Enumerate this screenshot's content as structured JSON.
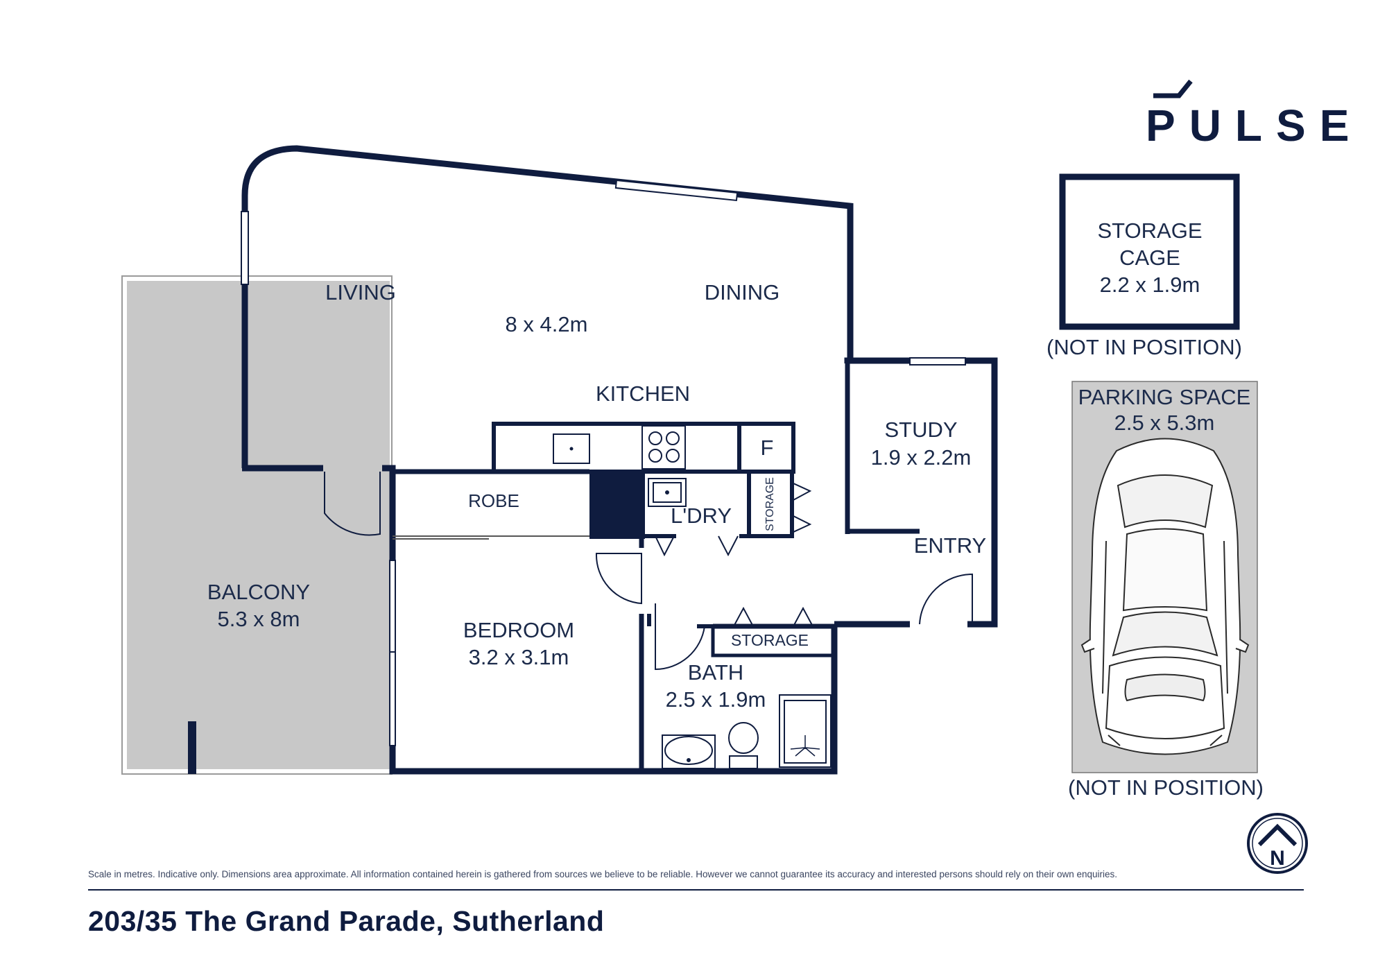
{
  "brand": {
    "name": "PULSE",
    "color": "#0f1c3f"
  },
  "colors": {
    "wall": "#0f1c3f",
    "balcony": "#c8c8c8",
    "parking": "#cdcdcd",
    "text": "#1b2a4a"
  },
  "rooms": {
    "living": "LIVING",
    "dining": "DINING",
    "living_dining_size": "8 x 4.2m",
    "kitchen": "KITCHEN",
    "fridge": "F",
    "robe": "ROBE",
    "laundry": "L'DRY",
    "storage_vertical": "STORAGE",
    "storage_bath": "STORAGE",
    "study": "STUDY",
    "study_size": "1.9 x 2.2m",
    "entry": "ENTRY",
    "balcony": "BALCONY",
    "balcony_size": "5.3 x 8m",
    "bedroom": "BEDROOM",
    "bedroom_size": "3.2 x 3.1m",
    "bath": "BATH",
    "bath_size": "2.5 x 1.9m"
  },
  "storage_cage": {
    "line1": "STORAGE",
    "line2": "CAGE",
    "size": "2.2 x 1.9m",
    "note": "(NOT IN POSITION)"
  },
  "parking": {
    "title": "PARKING SPACE",
    "size": "2.5 x 5.3m",
    "note": "(NOT IN POSITION)",
    "icon": "car-icon"
  },
  "compass": {
    "letter": "N",
    "icon": "north-arrow-icon"
  },
  "disclaimer": "Scale in metres. Indicative only. Dimensions area approximate. All information contained herein is gathered from sources we believe to be reliable. However we cannot guarantee its accuracy and interested persons should rely on their own enquiries.",
  "address": "203/35 The Grand Parade, Sutherland"
}
